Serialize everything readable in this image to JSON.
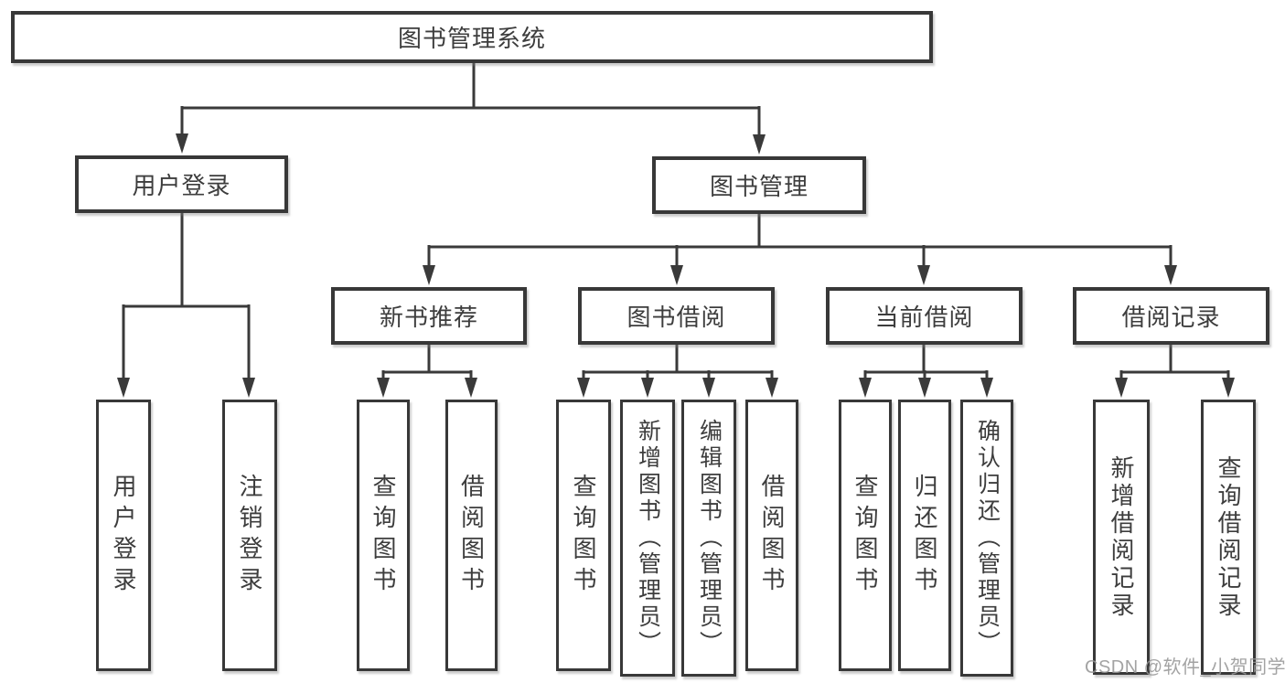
{
  "tree": {
    "label": "图书管理系统",
    "children": [
      {
        "label": "用户登录",
        "children": [
          {
            "label": "用户登录"
          },
          {
            "label": "注销登录"
          }
        ]
      },
      {
        "label": "图书管理",
        "children": [
          {
            "label": "新书推荐",
            "children": [
              {
                "label": "查询图书"
              },
              {
                "label": "借阅图书"
              }
            ]
          },
          {
            "label": "图书借阅",
            "children": [
              {
                "label": "查询图书"
              },
              {
                "label": "新增图书（管理员）"
              },
              {
                "label": "编辑图书（管理员）"
              },
              {
                "label": "借阅图书"
              }
            ]
          },
          {
            "label": "当前借阅",
            "children": [
              {
                "label": "查询图书"
              },
              {
                "label": "归还图书"
              },
              {
                "label": "确认归还（管理员）"
              }
            ]
          },
          {
            "label": "借阅记录",
            "children": [
              {
                "label": "新增借阅记录"
              },
              {
                "label": "查询借阅记录"
              }
            ]
          }
        ]
      }
    ]
  },
  "watermark": {
    "text": "CSDN @软件_小贺同学"
  },
  "colors": {
    "line": "#3a3a3a",
    "box_border": "#383838",
    "text": "#3d3d3d",
    "watermark": "#969696",
    "background": "#ffffff"
  }
}
